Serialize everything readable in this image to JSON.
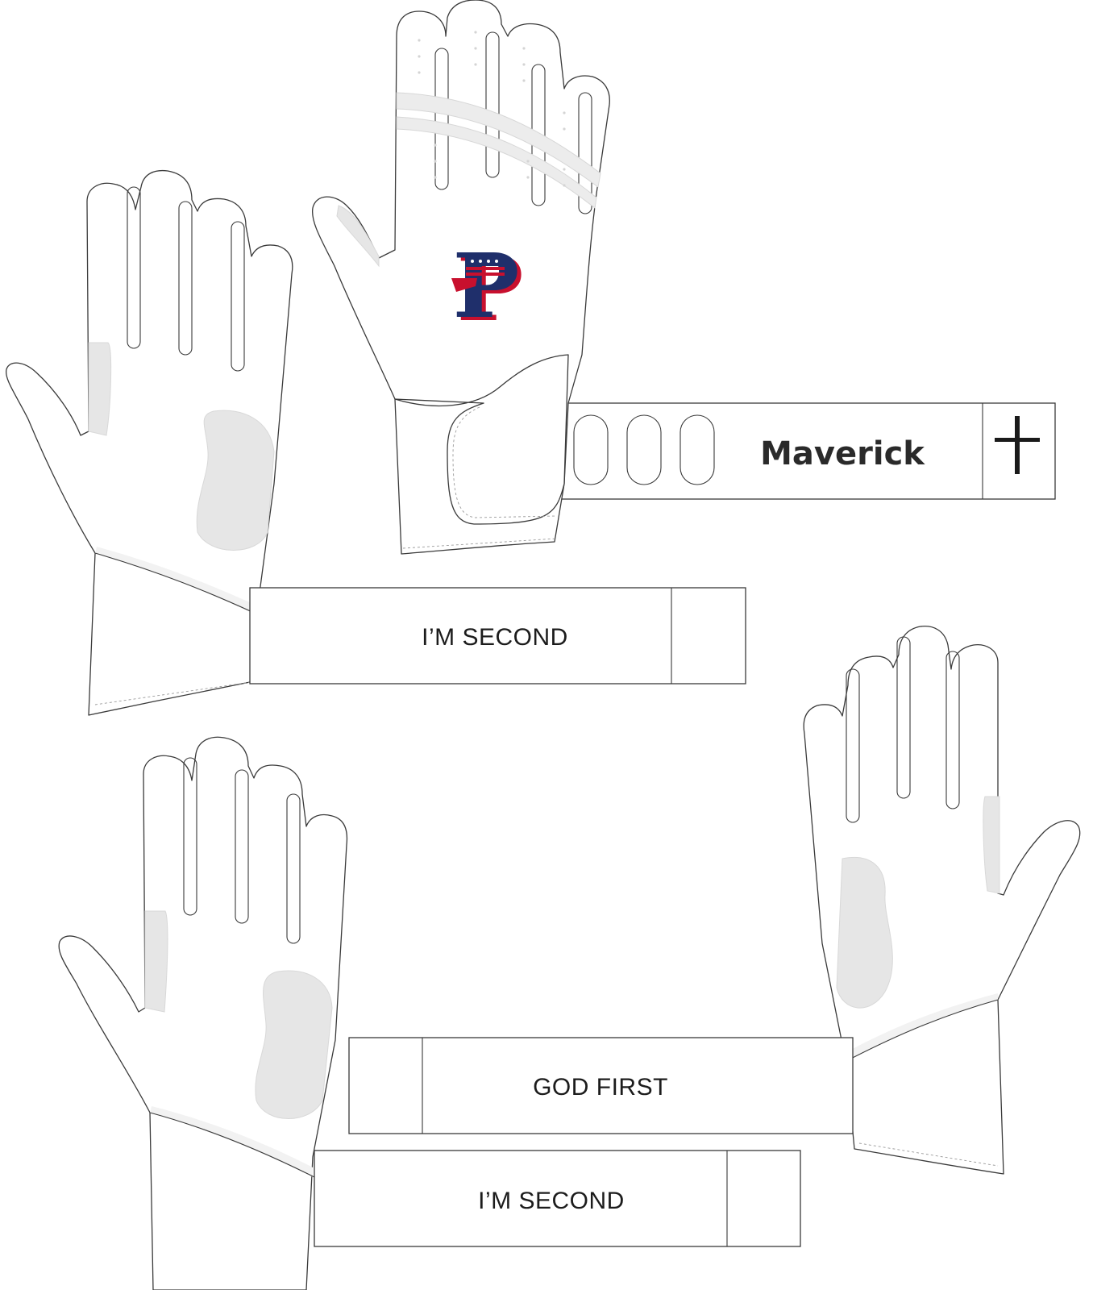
{
  "glove_top": {
    "strap_name": "Maverick",
    "logo_letter": "P",
    "logo_colors": {
      "navy": "#1f2f6b",
      "red": "#c8102e",
      "white": "#ffffff"
    },
    "cross_icon": "cross-icon"
  },
  "glove_left": {
    "strap_text": "I’M SECOND"
  },
  "glove_bottom_left": {
    "strap_text": "I’M SECOND"
  },
  "glove_bottom_right": {
    "strap_text": "GOD FIRST"
  }
}
